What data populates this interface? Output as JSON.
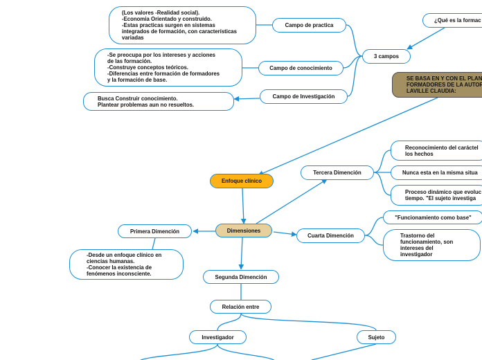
{
  "nodes": {
    "practica_desc": "(Los valores -Realidad social).\n-Economia Orientado y construido.\n-Estas practicas surgen en sistemas\nintegrados de formación, con características\nvariadas",
    "campo_practica": "Campo de practica",
    "que_es": "¿Qué es la formac",
    "conocimiento_desc": "-Se preocupa por los intereses y acciones\nde las formación.\n-Construye conceptos teóricos.\n-Diferencias entre formación de formadores\ny la formación de base.",
    "campo_conocimiento": "Campo de conocimiento",
    "tres_campos": "3 campos",
    "se_basa": "SE BASA EN Y CON EL PLAN\nFORMADORES DE LA AUTOR\nLAVILLE CLAUDIA:",
    "investigacion_desc": "Busca Construir conocimiento.\nPlantear problemas aun no resueltos.",
    "campo_investigacion": "Campo de Investigación",
    "reconocimiento": "Reconocimiento del caráctel\nlos hechos",
    "tercera": "Tercera Dimención",
    "enfoque": "Enfoque clínico",
    "nunca": "Nunca esta en la misma situa",
    "proceso": "Proceso dinámico que evoluc\ntiempo. \"El sujeto investiga",
    "funcionamiento": "\"Funcionamiento como base\"",
    "primera": "Primera Dimención",
    "dimensiones": "Dimensiones",
    "cuarta": "Cuarta Dimención",
    "trastorno": "Trastorno del\nfuncionamiento, son\nintereses del\ninvestigador",
    "primera_desc": "-Desde un enfoque clínico en\nciencias humanas.\n-Conocer la existencia de\nfenómenos inconsciente.",
    "segunda": "Segunda Dimención",
    "relacion": "Relación entre",
    "investigador": "Investigador",
    "sujeto": "Sujeto"
  },
  "colors": {
    "edge": "#1a8fd6",
    "node_border": "#1a8fd6",
    "root_fill": "#a39062",
    "enfoque_fill": "#ffb215",
    "dimensiones_fill": "#e6d09d"
  }
}
